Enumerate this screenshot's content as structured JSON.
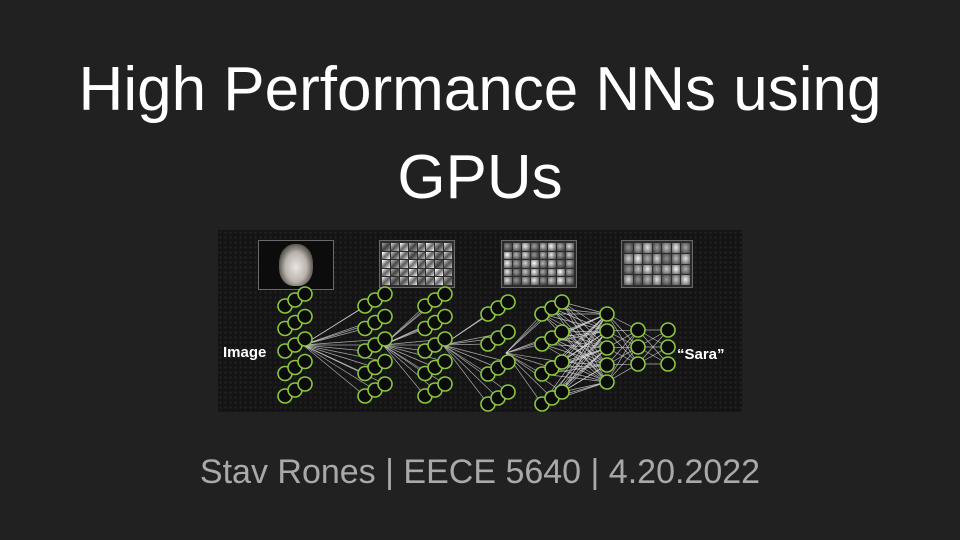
{
  "slide": {
    "title": "High Performance NNs using GPUs",
    "subtitle": "Stav Rones | EECE 5640 | 4.20.2022"
  },
  "figure": {
    "input_label": "Image",
    "output_label": "“Sara”",
    "thumbnails": [
      "face-photo",
      "edge-features",
      "part-features",
      "face-features"
    ],
    "layer_node_counts": [
      15,
      15,
      15,
      12,
      12,
      5,
      3,
      3
    ],
    "colors": {
      "node_stroke": "#8bc63e",
      "node_fill": "#0b0b0b",
      "edge": "#d9d9d9"
    }
  }
}
